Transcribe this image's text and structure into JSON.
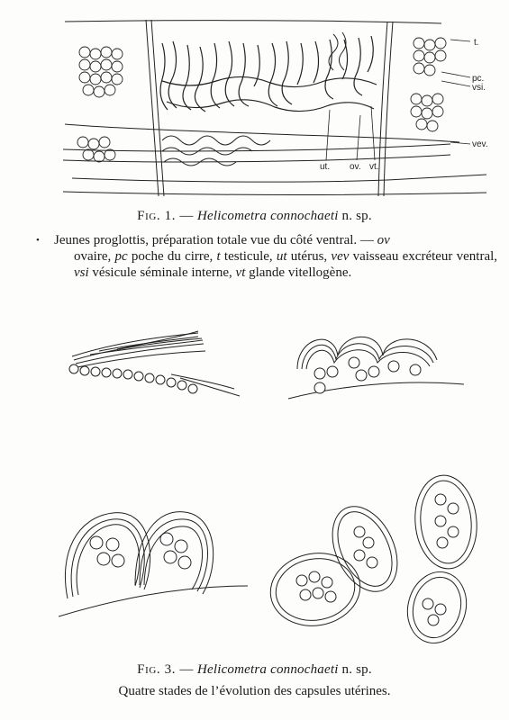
{
  "figure1": {
    "labels": {
      "t": "t.",
      "pc": "pc.",
      "vsi": "vsi.",
      "vev": "vev.",
      "ut": "ut.",
      "ov": "ov.",
      "vt": "vt."
    },
    "caption": {
      "prefix": "Fig. 1. —",
      "species": "Helicometra connochaeti",
      "suffix": "n. sp."
    },
    "legend": {
      "bullet": "•",
      "line1": "Jeunes proglottis, préparation totale vue du côté ventral. —",
      "ov": "ov",
      "line2a": "ovaire,",
      "pc": "pc",
      "line2b": "poche du cirre,",
      "t": "t",
      "line2c": "testicule,",
      "ut": "ut",
      "line2d": "utérus,",
      "vev": "vev",
      "line2e": "vaisseau excréteur ventral,",
      "vsi": "vsi",
      "line2f": "vésicule séminale interne,",
      "vt": "vt",
      "line2g": "glande vitellogène."
    }
  },
  "figure3": {
    "caption": {
      "prefix": "Fig. 3. —",
      "species": "Helicometra connochaeti",
      "suffix": "n. sp."
    },
    "subcaption": "Quatre stades de l’évolution des capsules utérines."
  }
}
